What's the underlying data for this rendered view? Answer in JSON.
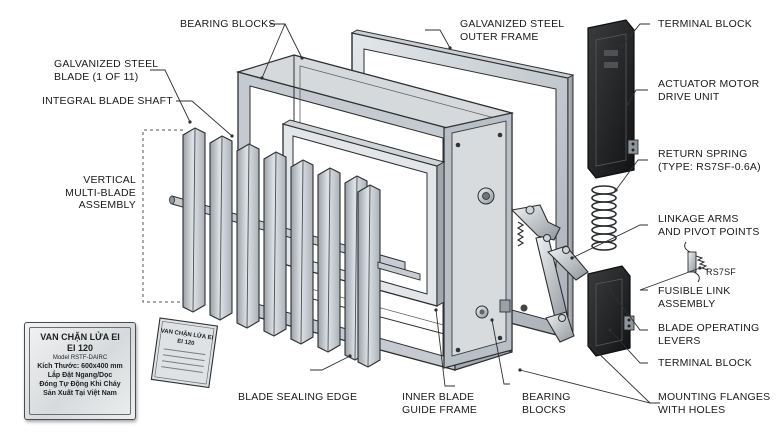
{
  "labels": {
    "bearing_blocks_top": "BEARING BLOCKS",
    "outer_frame": [
      "GALVANIZED STEEL",
      "OUTER FRAME"
    ],
    "terminal_block_top": "TERMINAL BLOCK",
    "blade": [
      "GALVANIZED STEEL",
      "BLADE (1 OF 11)"
    ],
    "blade_shaft": "INTEGRAL BLADE SHAFT",
    "actuator": [
      "ACTUATOR MOTOR",
      "DRIVE UNIT"
    ],
    "multi_blade": [
      "VERTICAL",
      "MULTI-BLADE",
      "ASSEMBLY"
    ],
    "return_spring": [
      "RETURN SPRING",
      "(TYPE: RS7SF-0.6A)"
    ],
    "linkage": [
      "LINKAGE ARMS",
      "AND PIVOT POINTS"
    ],
    "fusible_tag": "RS7SF",
    "fusible_link": [
      "FUSIBLE LINK",
      "ASSEMBLY"
    ],
    "operating_levers": [
      "BLADE OPERATING",
      "LEVERS"
    ],
    "terminal_block_bottom": "TERMINAL BLOCK",
    "sealing_edge": "BLADE SEALING EDGE",
    "inner_frame": [
      "INNER BLADE",
      "GUIDE FRAME"
    ],
    "bearing_blocks_bottom": [
      "BEARING",
      "BLOCKS"
    ],
    "mounting_flanges": [
      "MOUNTING FLANGES",
      "WITH HOLES"
    ]
  },
  "nameplate": {
    "title": "VAN CHẶN LỬA EI",
    "rating": "EI 120",
    "model": "Model RSTF-DAIRC",
    "size": "Kích Thước: 600x400 mm",
    "install": "Lắp Đặt Ngang/Dọc",
    "action": "Đóng Tự Động Khi Cháy",
    "origin": "Sản Xuất Tại Việt Nam"
  },
  "loose_plate": {
    "title": "VAN CHẶN LỬA EI",
    "rating": "EI 120"
  }
}
